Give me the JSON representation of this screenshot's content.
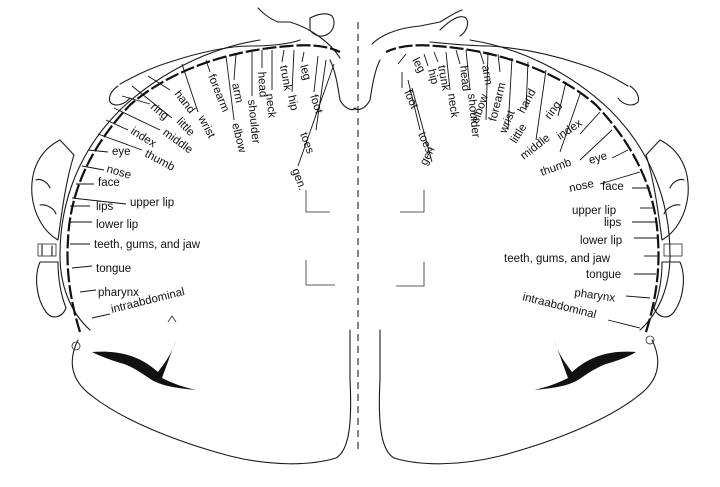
{
  "left_hemisphere": {
    "labels": [
      "hand",
      "little",
      "ring",
      "middle",
      "index",
      "thumb",
      "eye",
      "nose",
      "face",
      "upper lip",
      "lips",
      "lower lip",
      "teeth, gums, and jaw",
      "tongue",
      "pharynx",
      "intraabdominal",
      "forearm",
      "wrist",
      "arm",
      "elbow",
      "shoulder",
      "head",
      "neck",
      "trunk",
      "hip",
      "leg",
      "foot",
      "toes",
      "gen."
    ]
  },
  "right_hemisphere": {
    "labels": [
      "leg",
      "foot",
      "toes",
      "gen",
      "hip",
      "trunk",
      "neck",
      "head",
      "shoulder",
      "arm",
      "elbow",
      "forearm",
      "wrist",
      "hand",
      "little",
      "ring",
      "middle",
      "index",
      "thumb",
      "eye",
      "nose",
      "face",
      "upper lip",
      "lips",
      "lower lip",
      "teeth, gums, and jaw",
      "tongue",
      "pharynx",
      "intraabdominal"
    ]
  }
}
